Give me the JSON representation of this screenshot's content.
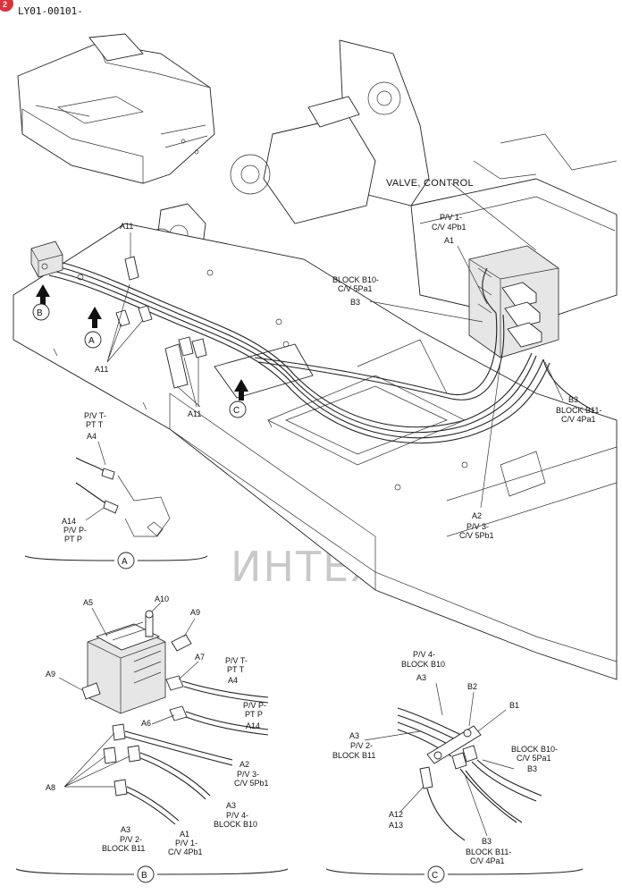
{
  "header": {
    "doc_code": "LY01-00101-",
    "corner_badge": "2"
  },
  "watermark": {
    "text": "ИНТЕХ",
    "color": "#f2b8b8"
  },
  "main_view": {
    "title_valve": "VALVE, CONTROL",
    "labels": {
      "a11_top": "A11",
      "a11_left": "A11",
      "a11_mid": "A11",
      "pv1_line1": "P/V 1-",
      "pv1_line2": "C/V 4Pb1",
      "a1": "A1",
      "block_b10_line1": "BLOCK B10-",
      "block_b10_line2": "C/V 5Pa1",
      "b3_upper": "B3",
      "b3_right": "B3",
      "block_b11_line1": "BLOCK B11-",
      "block_b11_line2": "C/V 4Pa1",
      "a2": "A2",
      "pv3_line1": "P/V 3-",
      "pv3_line2": "C/V 5Pb1",
      "callout_a": "A",
      "callout_b": "B",
      "callout_c": "C"
    }
  },
  "detail_a": {
    "caption": "A",
    "pvt_line1": "P/V T-",
    "pvt_line2": "PT T",
    "a4": "A4",
    "a14": "A14",
    "pvp_line1": "P/V P-",
    "pvp_line2": "PT P"
  },
  "detail_b": {
    "caption": "B",
    "a5": "A5",
    "a10": "A10",
    "a9_top": "A9",
    "a9_left": "A9",
    "a7": "A7",
    "pvt_line1": "P/V T-",
    "pvt_line2": "PT T",
    "a4": "A4",
    "pvp_line1": "P/V P-",
    "pvp_line2": "PT P",
    "a6": "A6",
    "a14": "A14",
    "a2": "A2",
    "pv3_line1": "P/V 3-",
    "pv3_line2": "C/V 5Pb1",
    "a8": "A8",
    "a3_right": "A3",
    "pv4_line1": "P/V 4-",
    "pv4_line2": "BLOCK B10",
    "a3_bottom": "A3",
    "pv2_line1": "P/V 2-",
    "pv2_line2": "BLOCK B11",
    "a1": "A1",
    "pv1_line1": "P/V 1-",
    "pv1_line2": "C/V 4Pb1"
  },
  "detail_c": {
    "caption": "C",
    "pv4_line1": "P/V 4-",
    "pv4_line2": "BLOCK B10",
    "a3_top": "A3",
    "b2": "B2",
    "b1": "B1",
    "a3_left": "A3",
    "pv2_line1": "P/V 2-",
    "pv2_line2": "BLOCK B11",
    "block_b10_line1": "BLOCK B10-",
    "block_b10_line2": "C/V 5Pa1",
    "b3_right": "B3",
    "a12": "A12",
    "a13": "A13",
    "b3_bottom": "B3",
    "block_b11_line1": "BLOCK B11-",
    "block_b11_line2": "C/V 4Pa1"
  }
}
